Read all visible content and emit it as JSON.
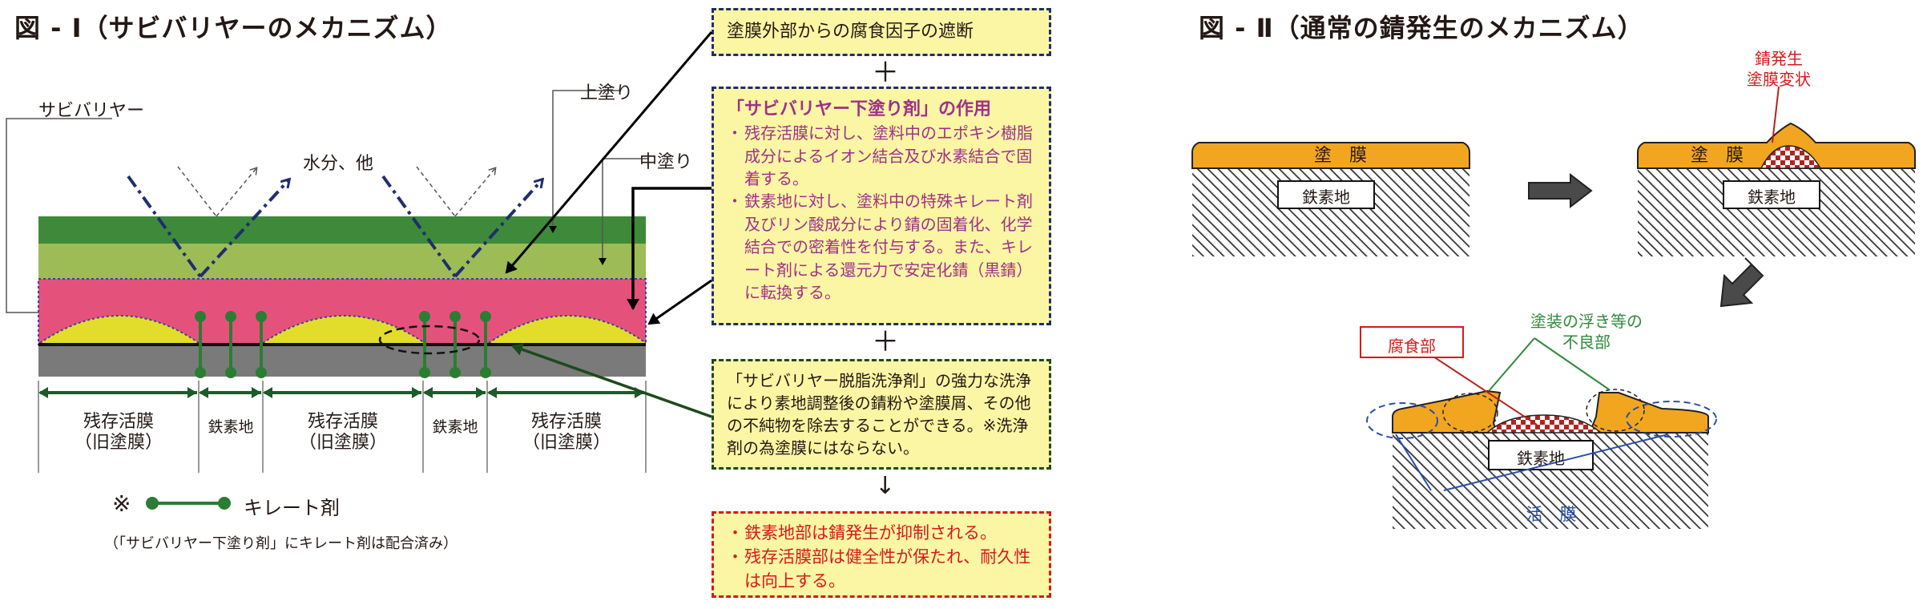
{
  "fig1": {
    "title": "図 - Ⅰ（サビバリヤーのメカニズム）",
    "label_sabibarrier": "サビバリヤー",
    "label_top_coat": "上塗り",
    "label_mid_coat": "中塗り",
    "label_water": "水分、他",
    "segments": [
      "残存活膜\n（旧塗膜）",
      "鉄素地",
      "残存活膜\n（旧塗膜）",
      "鉄素地",
      "残存活膜\n（旧塗膜）"
    ],
    "legend_mark": "※",
    "legend_label": "キレート剤",
    "legend_note": "（「サビバリヤー下塗り剤」にキレート剤は配合済み）"
  },
  "boxes": {
    "shielding": "塗膜外部からの腐食因子の遮断",
    "plus1": "＋",
    "primer_title": "「サビバリヤー下塗り剤」の作用",
    "primer_items": [
      "残存活膜に対し、塗料中のエポキシ樹脂成分によるイオン結合及び水素結合で固着する。",
      "鉄素地に対し、塗料中の特殊キレート剤及びリン酸成分により錆の固着化、化学結合での密着性を付与する。また、キレート剤による還元力で安定化錆（黒錆）に転換する。"
    ],
    "plus2": "＋",
    "cleaner_text": "「サビバリヤー脱脂洗浄剤」の強力な洗浄により素地調整後の錆粉や塗膜屑、その他の不純物を除去することができる。※洗浄剤の為塗膜にはならない。",
    "arrow_down": "↓",
    "result_items": [
      "鉄素地部は錆発生が抑制される。",
      "残存活膜部は健全性が保たれ、耐久性は向上する。"
    ]
  },
  "fig2": {
    "title": "図 - Ⅱ（通常の錆発生のメカニズム）",
    "coating_label_1": "塗　膜",
    "steel_label_1": "鉄素地",
    "coating_label_2": "塗　膜",
    "steel_label_2": "鉄素地",
    "rust_label": "錆発生\n塗膜変状",
    "corrosion_label": "腐食部",
    "defect_label": "塗装の浮き等の\n不良部",
    "steel_label_3": "鉄素地",
    "active_film_label": "活　膜"
  },
  "colors": {
    "top_coat": "#3e8a3a",
    "mid_coat": "#9dbc56",
    "primer": "#e4527c",
    "old_film": "#e2dc2a",
    "steel": "#7a7a7a",
    "chelate": "#2b7d33",
    "box_fill": "#fbf6a3",
    "navy": "#1f2e6e",
    "purple_text": "#a0308a",
    "red_text": "#d7191c",
    "orange_coat": "#f2a51f",
    "green_text": "#2f8a3a",
    "blue_text": "#2a4fa8"
  }
}
